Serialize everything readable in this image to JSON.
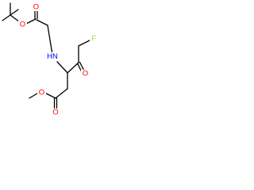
{
  "structure": {
    "atoms": {
      "amide_nitrogen": {
        "symbol": "HN",
        "color": "#0000ff"
      },
      "carbamate_carbonyl_oxygen": {
        "symbol": "O",
        "color": "#ff0000"
      },
      "carbamate_ether_oxygen": {
        "symbol": "O",
        "color": "#ff0000"
      },
      "ketone_oxygen": {
        "symbol": "O",
        "color": "#ff0000"
      },
      "fluorine": {
        "symbol": "F",
        "color": "#90e050"
      },
      "ester_carbonyl_oxygen": {
        "symbol": "O",
        "color": "#ff0000"
      },
      "ester_ether_oxygen": {
        "symbol": "O",
        "color": "#ff0000"
      }
    },
    "bond_color": "#000000"
  }
}
